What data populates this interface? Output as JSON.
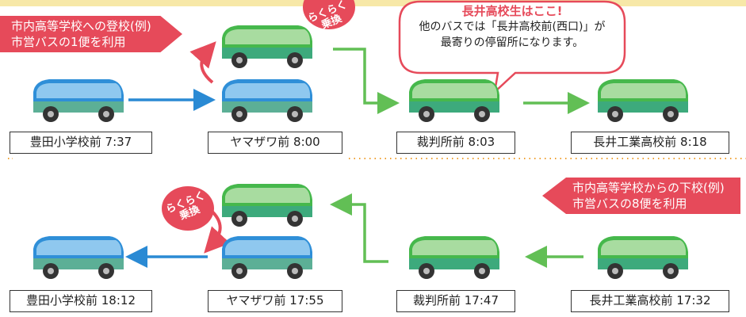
{
  "colors": {
    "accent": "#e64a5a",
    "blue_bus": "#2f8fd8",
    "green_bus": "#46b84c",
    "blue_arrow": "#2a8ad4",
    "green_arrow": "#62bf55"
  },
  "morning": {
    "banner_line1": "市内高等学校への登校(例)",
    "banner_line2": "市営バスの1便を利用",
    "badge_line1": "らくらく",
    "badge_line2": "乗換",
    "bubble_line1": "長井高校生はここ!",
    "bubble_line2": "他のバスでは「長井高校前(西口)」が",
    "bubble_line3": "最寄りの停留所になります。",
    "stops": [
      {
        "label": "豊田小学校前 7:37"
      },
      {
        "label": "ヤマザワ前 8:00"
      },
      {
        "label": "裁判所前 8:03"
      },
      {
        "label": "長井工業高校前 8:18"
      }
    ]
  },
  "evening": {
    "banner_line1": "市内高等学校からの下校(例)",
    "banner_line2": "市営バスの8便を利用",
    "badge_line1": "らくらく",
    "badge_line2": "乗換",
    "stops": [
      {
        "label": "豊田小学校前 18:12"
      },
      {
        "label": "ヤマザワ前 17:55"
      },
      {
        "label": "裁判所前 17:47"
      },
      {
        "label": "長井工業高校前 17:32"
      }
    ]
  }
}
